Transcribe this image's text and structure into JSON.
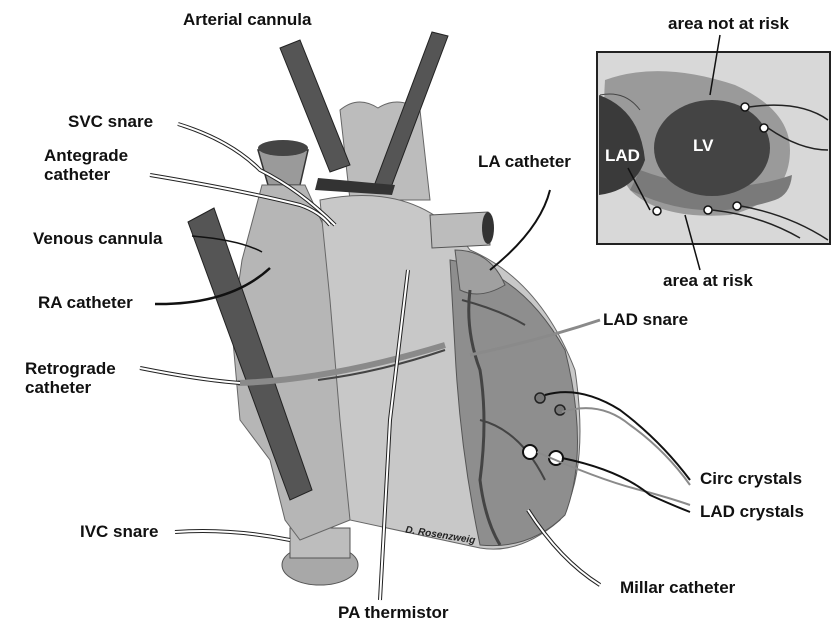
{
  "labels": {
    "arterial_cannula": "Arterial cannula",
    "svc_snare": "SVC snare",
    "antegrade_catheter_1": "Antegrade",
    "antegrade_catheter_2": "catheter",
    "venous_cannula": "Venous cannula",
    "ra_catheter": "RA catheter",
    "retrograde_catheter_1": "Retrograde",
    "retrograde_catheter_2": "catheter",
    "ivc_snare": "IVC snare",
    "pa_thermistor": "PA thermistor",
    "la_catheter": "LA catheter",
    "lad_snare": "LAD snare",
    "circ_crystals": "Circ crystals",
    "lad_crystals": "LAD crystals",
    "millar_catheter": "Millar catheter"
  },
  "inset": {
    "area_not_at_risk": "area not at risk",
    "area_at_risk": "area at risk",
    "lad": "LAD",
    "lv": "LV"
  },
  "signature": "D. Rosenzweig",
  "colors": {
    "heart_light": "#c8c8c8",
    "heart_mid": "#9a9a9a",
    "heart_dark": "#555555",
    "inset_bg": "#d8d8d8",
    "outline": "#111111"
  }
}
